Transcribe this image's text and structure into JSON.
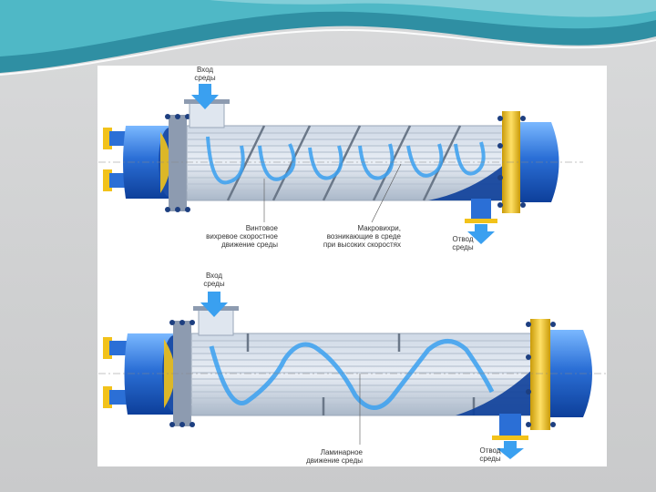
{
  "top": {
    "inlet_label": "Вход\nсреды",
    "outlet_label": "Отвод\nсреды",
    "caption_left": "Винтовое\nвихревое скоростное\nдвижение среды",
    "caption_right": "Макровихри,\nвозникающие в среде\nпри высоких скоростях"
  },
  "bottom": {
    "inlet_label": "Вход\nсреды",
    "outlet_label": "Отвод\nсреды",
    "caption": "Ламинарное\nдвижение среды"
  },
  "colors": {
    "shell_blue": "#2b6fd6",
    "dark_blue": "#0d3f9a",
    "flange_yellow": "#f2c21a",
    "tube_grey": "#b9c4d2",
    "flow_blue": "#3aa0f0",
    "banner_teal": "#3aa6b8"
  }
}
